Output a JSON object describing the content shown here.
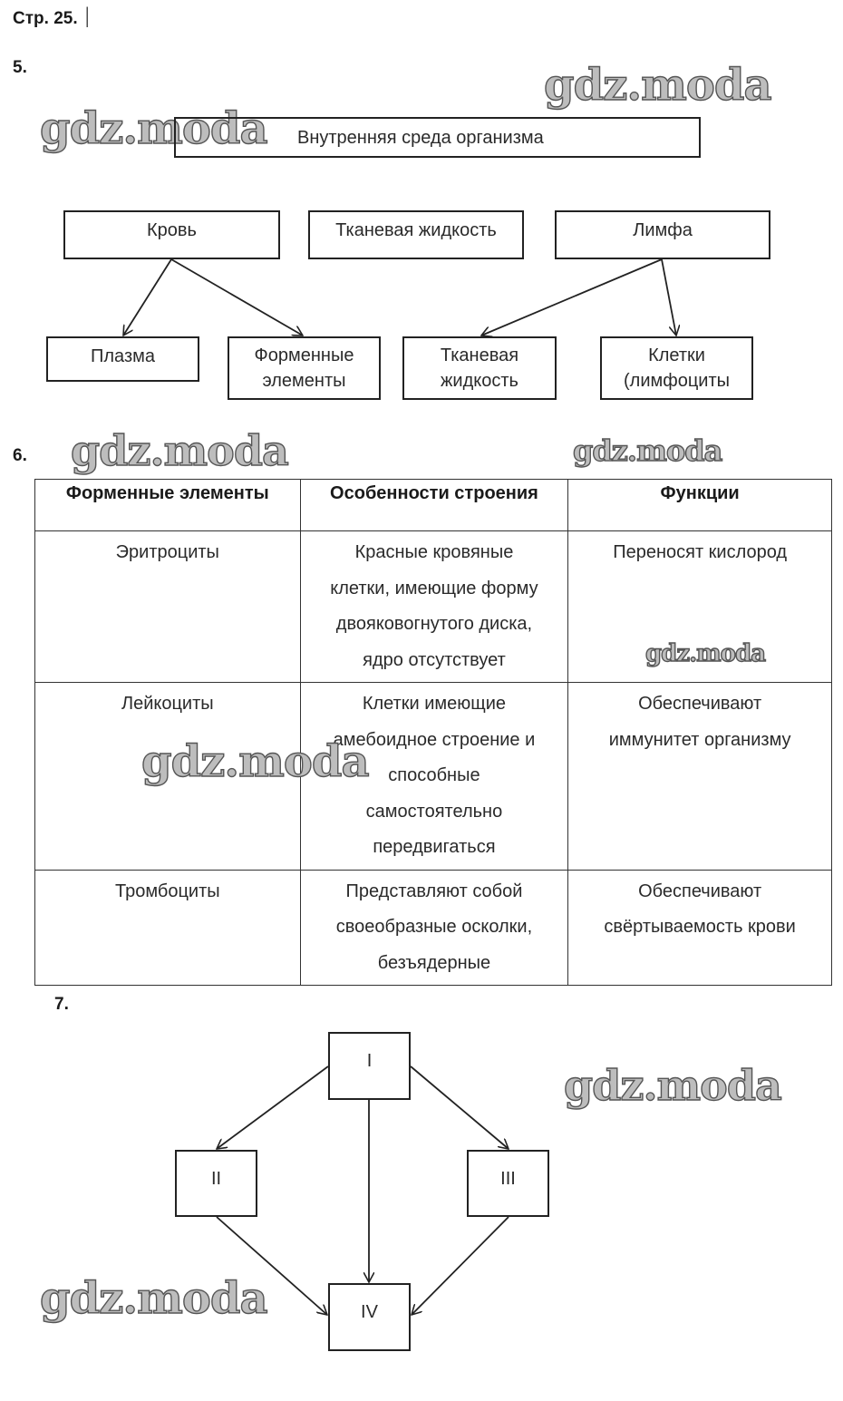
{
  "page_header": "Стр. 25.",
  "watermark": "gdz.moda",
  "task5": {
    "number": "5.",
    "root": "Внутренняя среда организма",
    "level1": [
      "Кровь",
      "Тканевая жидкость",
      "Лимфа"
    ],
    "level2": [
      {
        "parent": "Кровь",
        "lines": [
          "Плазма"
        ]
      },
      {
        "parent": "Кровь",
        "lines": [
          "Форменные",
          "элементы"
        ]
      },
      {
        "parent": "Лимфа",
        "lines": [
          "Тканевая",
          "жидкость"
        ]
      },
      {
        "parent": "Лимфа",
        "lines": [
          "Клетки",
          "(лимфоциты"
        ]
      }
    ]
  },
  "task6": {
    "number": "6.",
    "headers": [
      "Форменные элементы",
      "Особенности строения",
      "Функции"
    ],
    "rows": [
      {
        "element": "Эритроциты",
        "structure": [
          "Красные кровяные",
          "клетки, имеющие форму",
          "двояковогнутого диска,",
          "ядро отсутствует"
        ],
        "function": [
          "Переносят кислород"
        ]
      },
      {
        "element": "Лейкоциты",
        "structure": [
          "Клетки имеющие",
          "амебоидное строение и",
          "способные",
          "самостоятельно",
          "передвигаться"
        ],
        "function": [
          "Обеспечивают",
          "иммунитет организму"
        ]
      },
      {
        "element": "Тромбоциты",
        "structure": [
          "Представляют собой",
          "своеобразные осколки,",
          "безъядерные"
        ],
        "function": [
          "Обеспечивают",
          "свёртываемость крови"
        ]
      }
    ]
  },
  "task7": {
    "number": "7.",
    "nodes": [
      "I",
      "II",
      "III",
      "IV"
    ],
    "edges": [
      [
        "I",
        "II"
      ],
      [
        "I",
        "III"
      ],
      [
        "I",
        "IV"
      ],
      [
        "II",
        "IV"
      ],
      [
        "III",
        "IV"
      ]
    ]
  },
  "colors": {
    "ink": "#222222",
    "watermark_fill": "#bdbdbd",
    "watermark_stroke": "#555555"
  }
}
